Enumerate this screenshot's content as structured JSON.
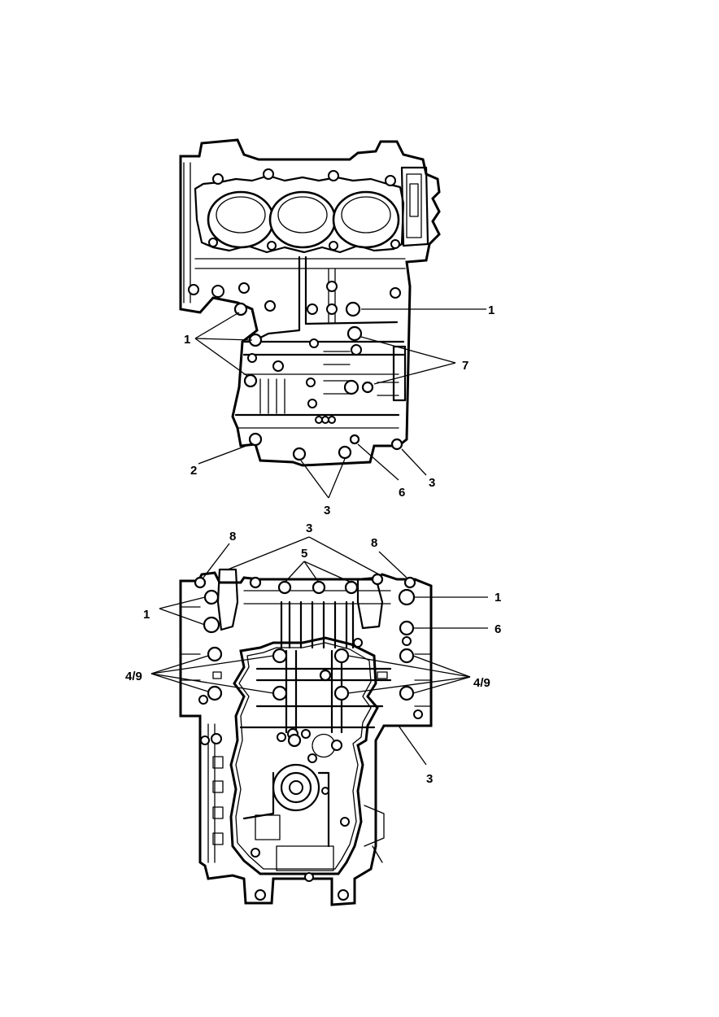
{
  "upper_view": {
    "callouts": {
      "c1_left": "1",
      "c1_right": "1",
      "c2": "2",
      "c3_right": "3",
      "c3_bottom": "3",
      "c6": "6",
      "c7": "7"
    }
  },
  "lower_view": {
    "callouts": {
      "c8_left": "8",
      "c8_right": "8",
      "c3_top": "3",
      "c5": "5",
      "c1_left": "1",
      "c1_right": "1",
      "c6": "6",
      "c49_left": "4/9",
      "c49_right": "4/9",
      "c3_lower": "3"
    }
  }
}
